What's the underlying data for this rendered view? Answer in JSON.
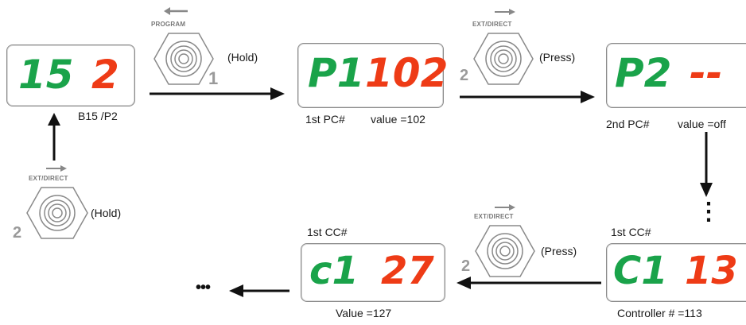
{
  "displays": {
    "d1": {
      "left": "15",
      "right": "2",
      "caption": "B15 /P2"
    },
    "d2": {
      "left": "P1",
      "right": "102",
      "caption_a": "1st PC#",
      "caption_b": "value =102"
    },
    "d3": {
      "left": "P2",
      "right": "--",
      "caption_a": "2nd PC#",
      "caption_b": "value =off"
    },
    "d4": {
      "left": "C1",
      "right": "13",
      "caption_top": "1st  CC#",
      "caption_bottom": "Controller # =113"
    },
    "d5": {
      "left": "c1",
      "right": "27",
      "caption_top": "1st  CC#",
      "caption_bottom": "Value =127"
    }
  },
  "switches": {
    "program": {
      "label": "PROGRAM",
      "num": "1",
      "action": "(Hold)"
    },
    "ext1": {
      "label": "EXT/DIRECT",
      "num": "2",
      "action": "(Press)"
    },
    "ext2": {
      "label": "EXT/DIRECT",
      "num": "2",
      "action": "(Hold)"
    },
    "ext3": {
      "label": "EXT/DIRECT",
      "num": "2",
      "action": "(Press)"
    }
  },
  "continuation": {
    "vertical": "⋮",
    "horizontal": "•••"
  },
  "colors": {
    "green": "#1aa34a",
    "red": "#ee3b16",
    "arrow": "#111111",
    "switch": "#8a8a8a"
  }
}
